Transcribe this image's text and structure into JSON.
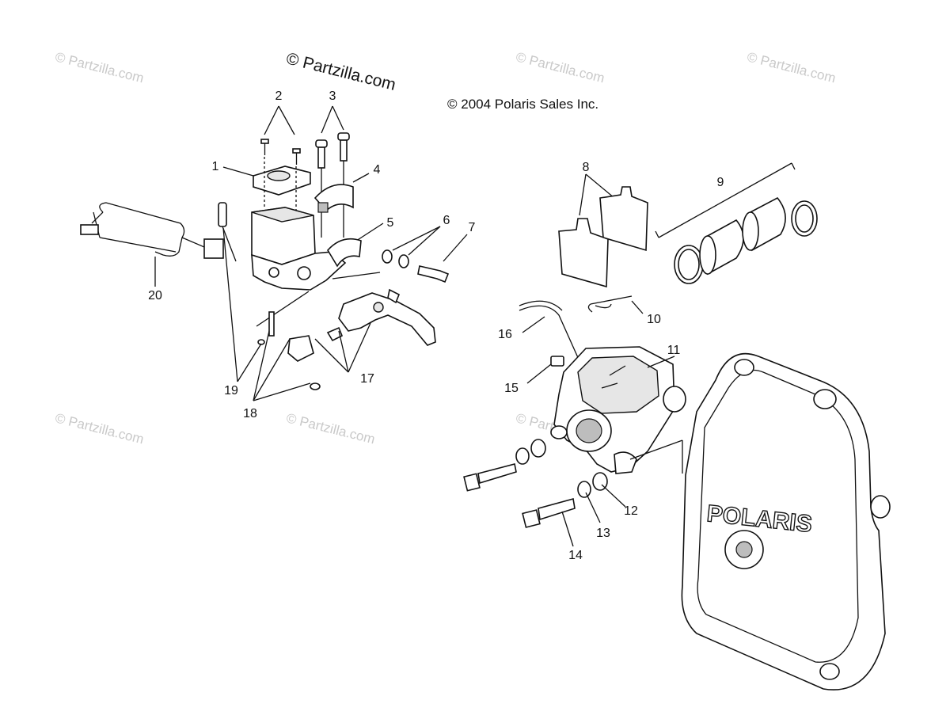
{
  "watermarks": {
    "main": "© Partzilla.com",
    "faded": "© Partzilla.com"
  },
  "copyright": "© 2004 Polaris Sales Inc.",
  "brand_on_cover": "POLARIS",
  "callouts": [
    {
      "id": "1",
      "label": "1"
    },
    {
      "id": "2",
      "label": "2"
    },
    {
      "id": "3",
      "label": "3"
    },
    {
      "id": "4",
      "label": "4"
    },
    {
      "id": "5",
      "label": "5"
    },
    {
      "id": "6",
      "label": "6"
    },
    {
      "id": "7",
      "label": "7"
    },
    {
      "id": "8",
      "label": "8"
    },
    {
      "id": "9",
      "label": "9"
    },
    {
      "id": "10",
      "label": "10"
    },
    {
      "id": "11",
      "label": "11"
    },
    {
      "id": "12",
      "label": "12"
    },
    {
      "id": "13",
      "label": "13"
    },
    {
      "id": "14",
      "label": "14"
    },
    {
      "id": "15",
      "label": "15"
    },
    {
      "id": "16",
      "label": "16"
    },
    {
      "id": "17",
      "label": "17"
    },
    {
      "id": "18",
      "label": "18"
    },
    {
      "id": "19",
      "label": "19"
    },
    {
      "id": "20",
      "label": "20"
    }
  ]
}
